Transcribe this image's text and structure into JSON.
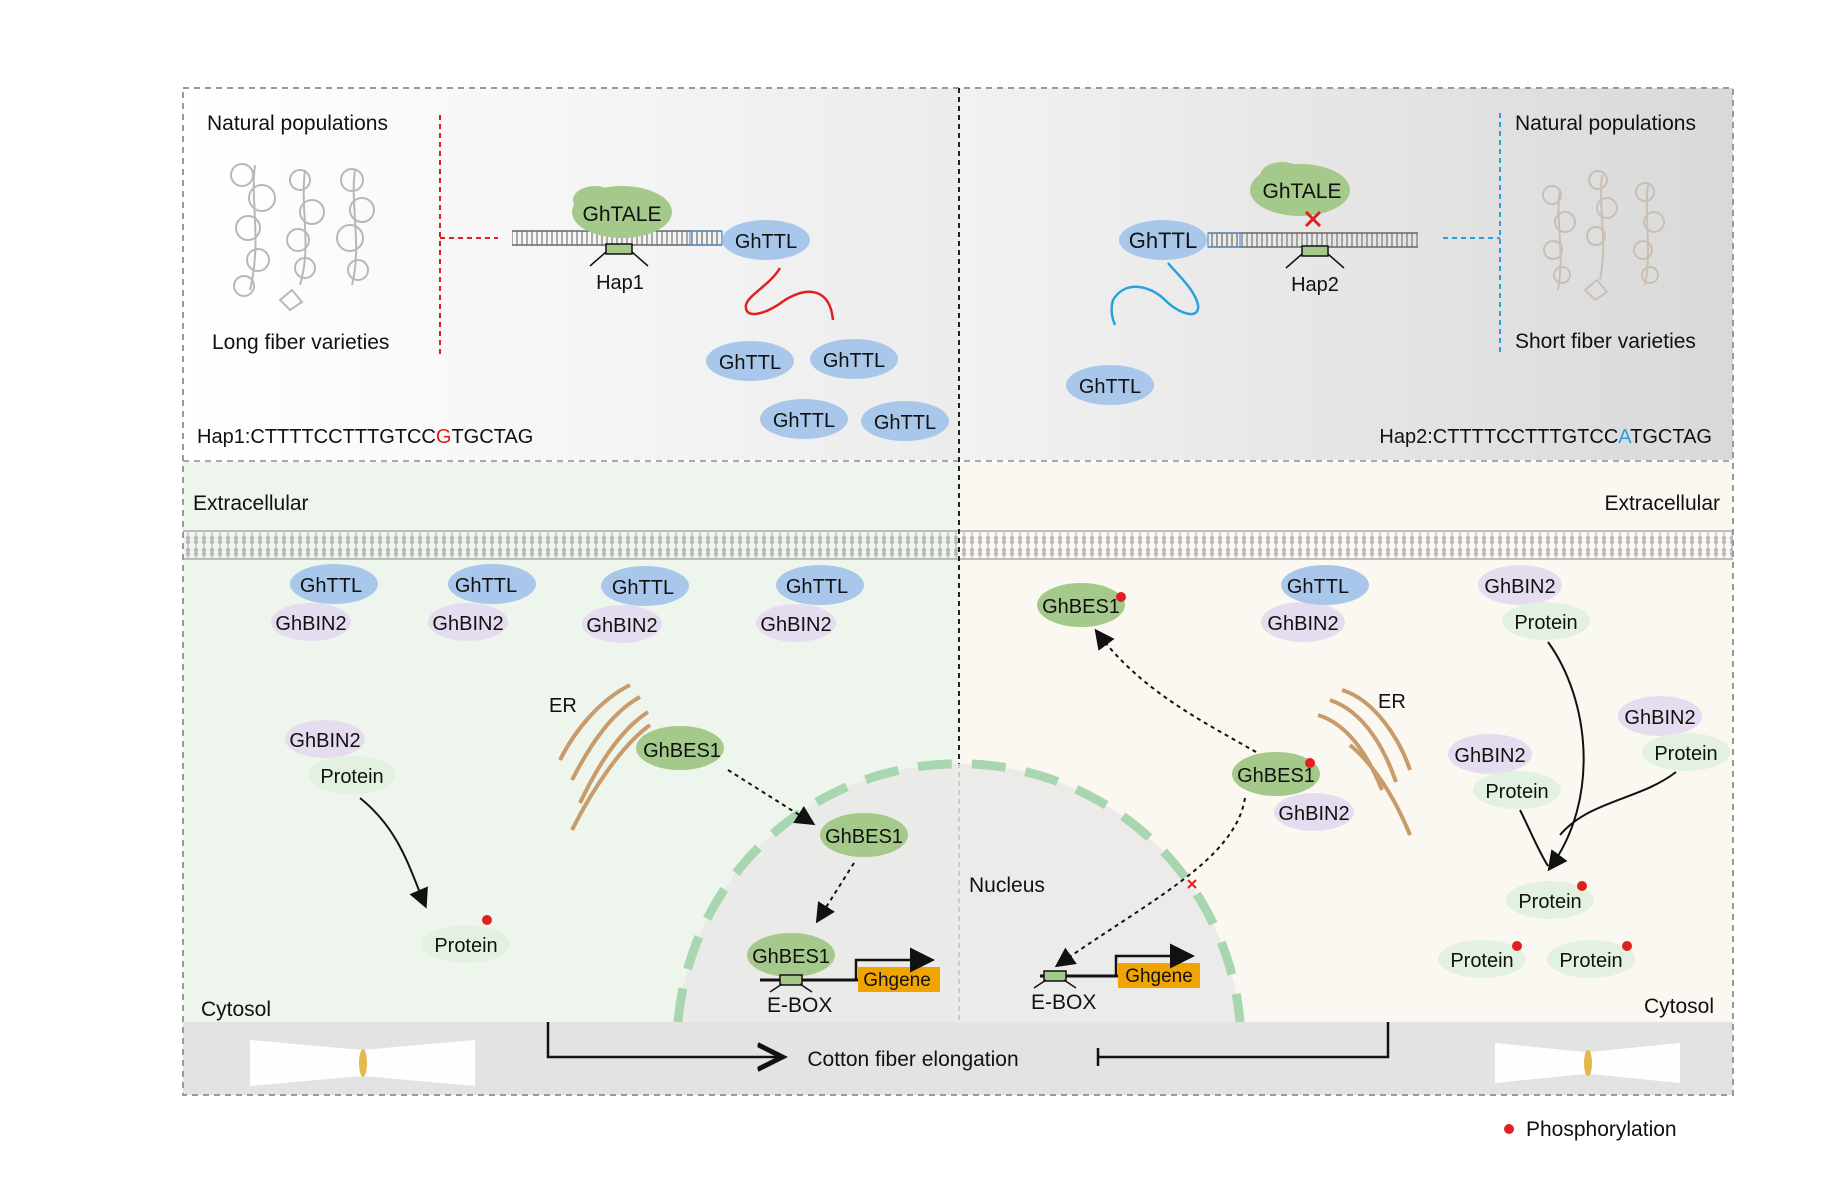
{
  "colors": {
    "mol_blue": "#a9c7ea",
    "mol_green": "#a4c98a",
    "mol_purple": "#e6dcef",
    "mol_lightgreen": "#e3f1e1",
    "red": "#e02020",
    "blue_line": "#2aa0dc",
    "box_orange": "#f0a400"
  },
  "top_left": {
    "natural_populations": "Natural populations",
    "long_fiber": "Long fiber varieties",
    "hap_prefix": "Hap1:CTTTTCCTTTGTCC",
    "hap_snp": "G",
    "hap_suffix": "TGCTAG",
    "tale": "GhTALE",
    "hap_label": "Hap1",
    "ttl_bound": "GhTTL",
    "ttl_free": [
      "GhTTL",
      "GhTTL",
      "GhTTL",
      "GhTTL"
    ]
  },
  "top_right": {
    "natural_populations": "Natural populations",
    "short_fiber": "Short fiber varieties",
    "hap_prefix": "Hap2:CTTTTCCTTTGTCC",
    "hap_snp": "A",
    "hap_suffix": "TGCTAG",
    "tale": "GhTALE",
    "hap_label": "Hap2",
    "ttl_bound": "GhTTL",
    "ttl_free": "GhTTL"
  },
  "bottom_left": {
    "extracellular": "Extracellular",
    "cytosol": "Cytosol",
    "complexes": [
      {
        "ttl": "GhTTL",
        "bin2": "GhBIN2"
      },
      {
        "ttl": "GhTTL",
        "bin2": "GhBIN2"
      },
      {
        "ttl": "GhTTL",
        "bin2": "GhBIN2"
      },
      {
        "ttl": "GhTTL",
        "bin2": "GhBIN2"
      }
    ],
    "bin2": "GhBIN2",
    "protein": "Protein",
    "protein_p": "Protein",
    "er": "ER",
    "bes1_cyto": "GhBES1",
    "bes1_nuc": "GhBES1",
    "bes1_dna": "GhBES1",
    "ebox": "E-BOX",
    "gene": "Ghgene"
  },
  "bottom_right": {
    "extracellular": "Extracellular",
    "cytosol": "Cytosol",
    "nucleus": "Nucleus",
    "bes1_p_top": "GhBES1",
    "ttl": "GhTTL",
    "bin2_ttl": "GhBIN2",
    "er": "ER",
    "bes1_p": "GhBES1",
    "bin2_bes1": "GhBIN2",
    "ebox": "E-BOX",
    "gene": "Ghgene",
    "bin2_a": "GhBIN2",
    "protein_a": "Protein",
    "bin2_b": "GhBIN2",
    "protein_b": "Protein",
    "bin2_c": "GhBIN2",
    "protein_c": "Protein",
    "protein_p1": "Protein",
    "protein_p2": "Protein",
    "protein_p3": "Protein"
  },
  "bottom_bar": {
    "label": "Cotton fiber elongation"
  },
  "legend": {
    "phosphorylation": "Phosphorylation"
  }
}
